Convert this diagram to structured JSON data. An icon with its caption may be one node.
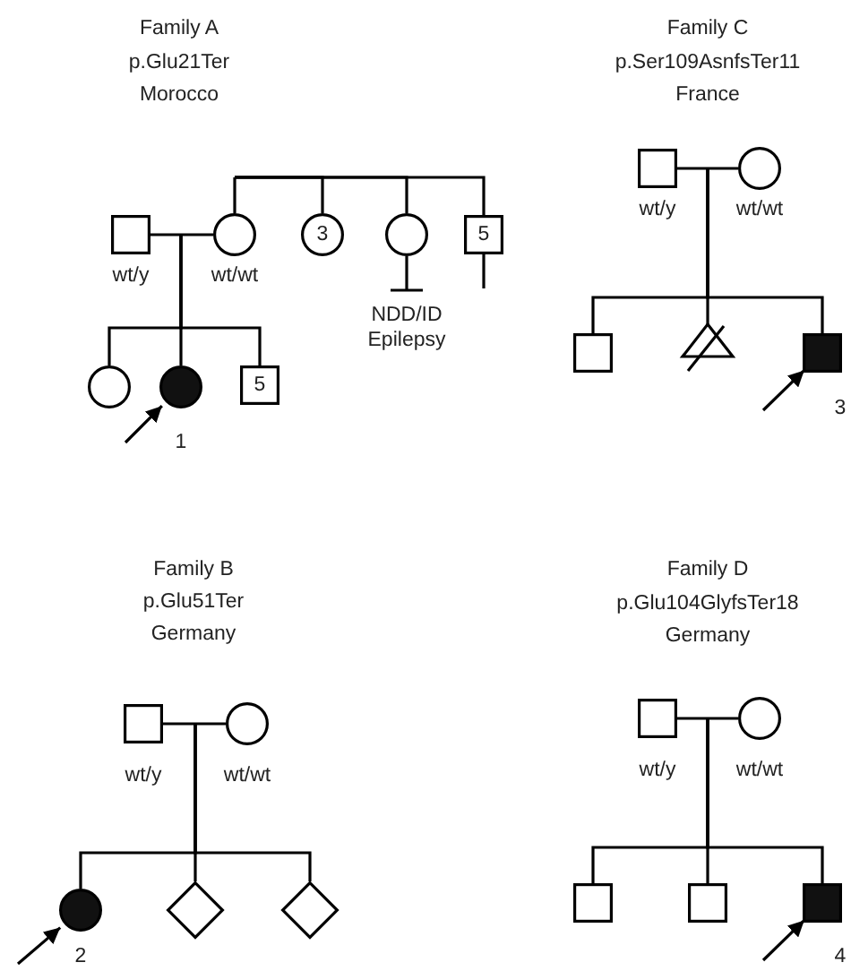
{
  "diagram": {
    "nodes": [
      {
        "text": [],
        "shape": "box",
        "beside": [
          "wt/y"
        ]
      },
      {
        "text": [],
        "shape": "circle",
        "beside": [
          "wt/wt"
        ]
      },
      {
        "text": [
          "3"
        ]
      },
      {
        "text": [],
        "shape": "circle",
        "beside": [
          "NDD/ID Epilepsy"
        ]
      },
      {
        "text": [
          "5"
        ]
      },
      {
        "text": [],
        "shape": "circle"
      },
      {
        "text": [],
        "shape": "circle",
        "beside": [
          "1"
        ]
      },
      {
        "text": [
          "5"
        ]
      },
      {
        "text": [],
        "shape": "box",
        "beside": [
          "wt/y"
        ]
      },
      {
        "text": [],
        "shape": "circle",
        "beside": [
          "wt/wt"
        ]
      },
      {
        "text": [],
        "shape": "box"
      },
      {
        "text": [],
        "shape": "triangle"
      },
      {
        "text": [],
        "shape": "box",
        "beside": [
          "3"
        ]
      },
      {
        "text": [],
        "shape": "box",
        "beside": [
          "wt/y"
        ]
      },
      {
        "text": [],
        "shape": "circle",
        "beside": [
          "wt/wt"
        ]
      },
      {
        "text": [],
        "shape": "circle",
        "beside": [
          "2"
        ]
      },
      {
        "text": [],
        "shape": "diamond"
      },
      {
        "text": [],
        "shape": "diamond"
      },
      {
        "text": [],
        "shape": "box",
        "beside": [
          "wt/y"
        ]
      },
      {
        "text": [],
        "shape": "circle",
        "beside": [
          "wt/wt"
        ]
      },
      {
        "text": [],
        "shape": "box"
      },
      {
        "text": [],
        "shape": "box"
      },
      {
        "text": [],
        "shape": "box",
        "beside": [
          "4"
        ]
      }
    ],
    "edges": [
      {
        "from": 0,
        "to": 1,
        "arrow": "none"
      },
      {
        "from": null,
        "to": 5,
        "arrow": "none"
      },
      {
        "from": null,
        "to": 6,
        "arrow": "none"
      },
      {
        "from": null,
        "to": 7,
        "arrow": "none"
      },
      {
        "from": null,
        "to": 1,
        "arrow": "none"
      },
      {
        "from": null,
        "to": 2,
        "arrow": "none"
      },
      {
        "from": null,
        "to": 3,
        "arrow": "none"
      },
      {
        "from": null,
        "to": 4,
        "arrow": "none"
      },
      {
        "from": null,
        "to": 6,
        "arrow": "to"
      },
      {
        "from": 8,
        "to": 9,
        "arrow": "none"
      },
      {
        "from": null,
        "to": 10,
        "arrow": "none"
      },
      {
        "from": null,
        "to": 11,
        "arrow": "none"
      },
      {
        "from": null,
        "to": 12,
        "arrow": "none"
      },
      {
        "from": null,
        "to": 12,
        "arrow": "to"
      },
      {
        "from": 13,
        "to": 14,
        "arrow": "none"
      },
      {
        "from": null,
        "to": 15,
        "arrow": "none"
      },
      {
        "from": null,
        "to": 16,
        "arrow": "none"
      },
      {
        "from": null,
        "to": 17,
        "arrow": "none"
      },
      {
        "from": null,
        "to": 15,
        "arrow": "to"
      },
      {
        "from": 18,
        "to": 19,
        "arrow": "none"
      },
      {
        "from": null,
        "to": 20,
        "arrow": "none"
      },
      {
        "from": null,
        "to": 21,
        "arrow": "none"
      },
      {
        "from": null,
        "to": 22,
        "arrow": "none"
      },
      {
        "from": null,
        "to": 22,
        "arrow": "to"
      }
    ],
    "labels": [
      "Family A",
      "p.Glu21Ter",
      "Morocco",
      "Family C",
      "p.Ser109AsnfsTer11",
      "France",
      "Family B",
      "p.Glu51Ter",
      "Germany",
      "Family D",
      "p.Glu104GlyfsTer18",
      "Germany"
    ]
  }
}
